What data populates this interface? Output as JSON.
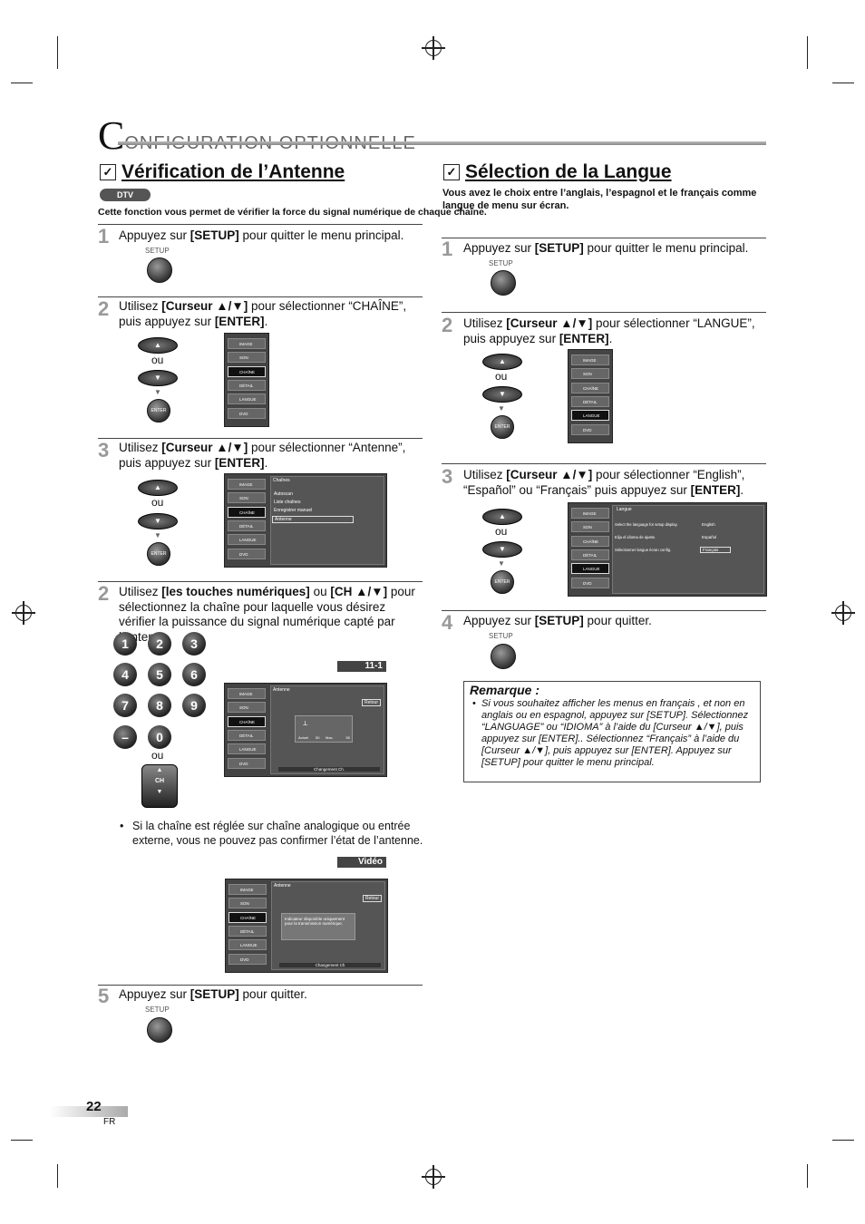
{
  "header": {
    "C": "C",
    "rest": "ONFIGURATION  OPTIONNELLE"
  },
  "left": {
    "title": "Vérification de l’Antenne",
    "badge": "DTV",
    "intro": "Cette fonction vous permet de vérifier la force du signal numérique de chaque chaîne.",
    "step1": {
      "num": "1",
      "pre": "Appuyez sur ",
      "key": "[SETUP]",
      "post": " pour quitter le menu principal.",
      "setup": "SETUP"
    },
    "step2": {
      "num": "2",
      "pre": "Utilisez ",
      "key": "[Curseur ▲/▼]",
      "mid": " pour sélectionner “CHAÎNE”, puis appuyez sur ",
      "key2": "[ENTER]",
      "post": "."
    },
    "step3": {
      "num": "3",
      "pre": "Utilisez ",
      "key": "[Curseur ▲/▼]",
      "mid": " pour sélectionner “Antenne”, puis appuyez sur ",
      "key2": "[ENTER]",
      "post": "."
    },
    "step4": {
      "num": "2",
      "pre": "Utilisez ",
      "key": "[les touches numériques]",
      "mid": " ou ",
      "key2": "[CH ▲/▼]",
      "post": " pour sélectionnez la chaîne pour laquelle vous désirez vérifier la puissance du signal numérique capté par l’antenne."
    },
    "step5": {
      "num": "5",
      "pre": "Appuyez sur ",
      "key": "[SETUP]",
      "post": " pour quitter.",
      "setup": "SETUP"
    },
    "bullet": "Si la chaîne est réglée sur chaîne analogique ou entrée externe, vous ne pouvez pas confirmer l’état de l’antenne.",
    "ou": "ou",
    "enter": "ENTER",
    "numpad": [
      "1",
      "2",
      "3",
      "4",
      "5",
      "6",
      "7",
      "8",
      "9",
      "–",
      "0"
    ],
    "ch": "CH",
    "channel_label": "11-1",
    "video_label": "Vidéo"
  },
  "menu_items": [
    "IMAGE",
    "SON",
    "CHAÎNE",
    "DÉTAIL",
    "LANGUE",
    "DVD"
  ],
  "screen_chaine": {
    "title": "Chaînes",
    "items": [
      "Autoscan",
      "Liste chaînes",
      "Enregistrer manuel",
      "Antenne"
    ]
  },
  "screen_antenne": {
    "title": "Antenne",
    "retour": "Retour",
    "actuel": "Actuel",
    "actuel_val": "50",
    "max": "Max.",
    "max_val": "50",
    "change": "Changement Ch."
  },
  "screen_video": {
    "title": "Antenne",
    "retour": "Retour",
    "msg": "Indicateur disponible uniquement pour la transmission numérique.",
    "change": "Changement Ch"
  },
  "right": {
    "title": "Sélection de la Langue",
    "intro": "Vous avez le choix entre l’anglais, l’espagnol et le français comme langue de menu sur écran.",
    "step1": {
      "num": "1",
      "pre": "Appuyez sur ",
      "key": "[SETUP]",
      "post": " pour quitter le menu principal.",
      "setup": "SETUP"
    },
    "step2": {
      "num": "2",
      "pre": "Utilisez ",
      "key": "[Curseur ▲/▼]",
      "mid": " pour sélectionner “LANGUE”, puis appuyez sur ",
      "key2": "[ENTER]",
      "post": "."
    },
    "step3": {
      "num": "3",
      "pre": "Utilisez ",
      "key": "[Curseur ▲/▼]",
      "mid": " pour sélectionner “English”, “Español” ou “Français” puis appuyez sur ",
      "key2": "[ENTER]",
      "post": "."
    },
    "step4": {
      "num": "4",
      "pre": "Appuyez sur ",
      "key": "[SETUP]",
      "post": " pour quitter.",
      "setup": "SETUP"
    }
  },
  "screen_langue": {
    "title": "Langue",
    "left": [
      "Select the language for setup display.",
      "Elija el idioma de ajuste.",
      "Sélectionner langue écran config."
    ],
    "right": [
      "English",
      "Español",
      "Français"
    ]
  },
  "remark": {
    "title": "Remarque :",
    "text": "Si vous souhaitez afficher les menus en français , et non en anglais ou en espagnol, appuyez sur [SETUP]. Sélectionnez “LANGUAGE” ou “IDIOMA” à l’aide du [Curseur ▲/▼], puis appuyez sur [ENTER].. Sélectionnez “Français” à l’aide du [Curseur ▲/▼], puis appuyez sur [ENTER]. Appuyez sur [SETUP] pour quitter le menu principal."
  },
  "footer": {
    "page": "22",
    "lang": "FR"
  }
}
